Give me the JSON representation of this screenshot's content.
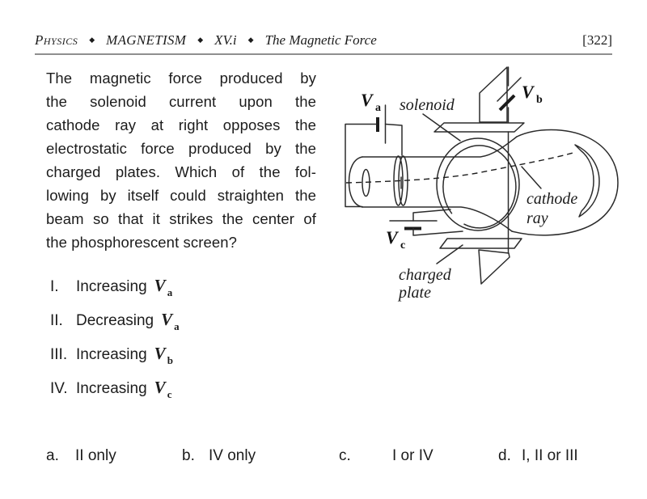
{
  "header": {
    "subject": "Physics",
    "topic": "Magnetism",
    "section": "XV.i",
    "title": "The Magnetic Force",
    "separator": "◆",
    "page_number": "[322]"
  },
  "question": {
    "lines": [
      "The magnetic force produced by",
      "the solenoid current upon the",
      "cathode ray at right opposes the",
      "electrostatic force produced by the",
      "charged plates.  Which of the fol-",
      "lowing by itself could straighten the",
      "beam so that it strikes the center of",
      "the phosphorescent screen?"
    ]
  },
  "options": [
    {
      "numeral": "I.",
      "action": "Increasing",
      "symbol": "V",
      "subscript": "a"
    },
    {
      "numeral": "II.",
      "action": "Decreasing",
      "symbol": "V",
      "subscript": "a"
    },
    {
      "numeral": "III.",
      "action": "Increasing",
      "symbol": "V",
      "subscript": "b"
    },
    {
      "numeral": "IV.",
      "action": "Increasing",
      "symbol": "V",
      "subscript": "c"
    }
  ],
  "answers": [
    {
      "letter": "a.",
      "text": "II only"
    },
    {
      "letter": "b.",
      "text": "IV only"
    },
    {
      "letter": "c.",
      "text": "I or IV"
    },
    {
      "letter": "d.",
      "text": "I, II or III"
    }
  ],
  "diagram": {
    "labels": {
      "solenoid": "solenoid",
      "cathode_ray_line1": "cathode",
      "cathode_ray_line2": "ray",
      "charged_plate_line1": "charged",
      "charged_plate_line2": "plate",
      "va_symbol": "V",
      "va_sub": "a",
      "vb_symbol": "V",
      "vb_sub": "b",
      "vc_symbol": "V",
      "vc_sub": "c"
    },
    "stroke_color": "#2b2b2b"
  }
}
